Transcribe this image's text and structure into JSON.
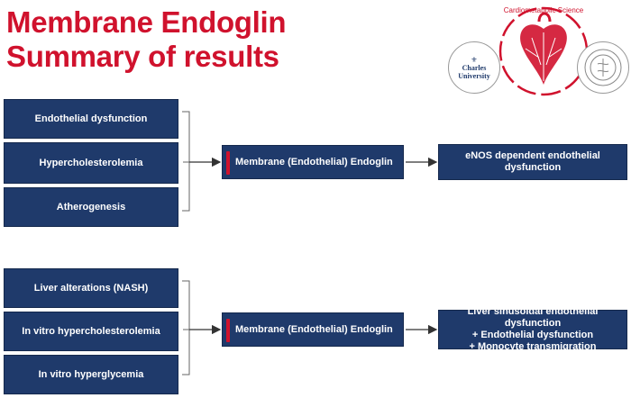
{
  "title": {
    "line1": "Membrane Endoglin",
    "line2": "Summary of results"
  },
  "logos": {
    "ring_text": "Cardiometabolic Science",
    "left_university": {
      "name_line1": "Charles",
      "name_line2": "University"
    },
    "right_seal": "seal-icon"
  },
  "group1": {
    "inputs": [
      "Endothelial dysfunction",
      "Hypercholesterolemia",
      "Atherogenesis"
    ],
    "center": "Membrane (Endothelial) Endoglin",
    "result": [
      "eNOS dependent endothelial",
      "dysfunction"
    ]
  },
  "group2": {
    "inputs": [
      "Liver alterations (NASH)",
      "In vitro hypercholesterolemia",
      "In vitro hyperglycemia"
    ],
    "center": "Membrane (Endothelial) Endoglin",
    "result": [
      "Liver sinusoidal endothelial dysfunction",
      "+ Endothelial dysfunction",
      "+ Monocyte transmigration"
    ]
  },
  "colors": {
    "accent_red": "#d0122d",
    "box_navy": "#1f3a6b"
  }
}
